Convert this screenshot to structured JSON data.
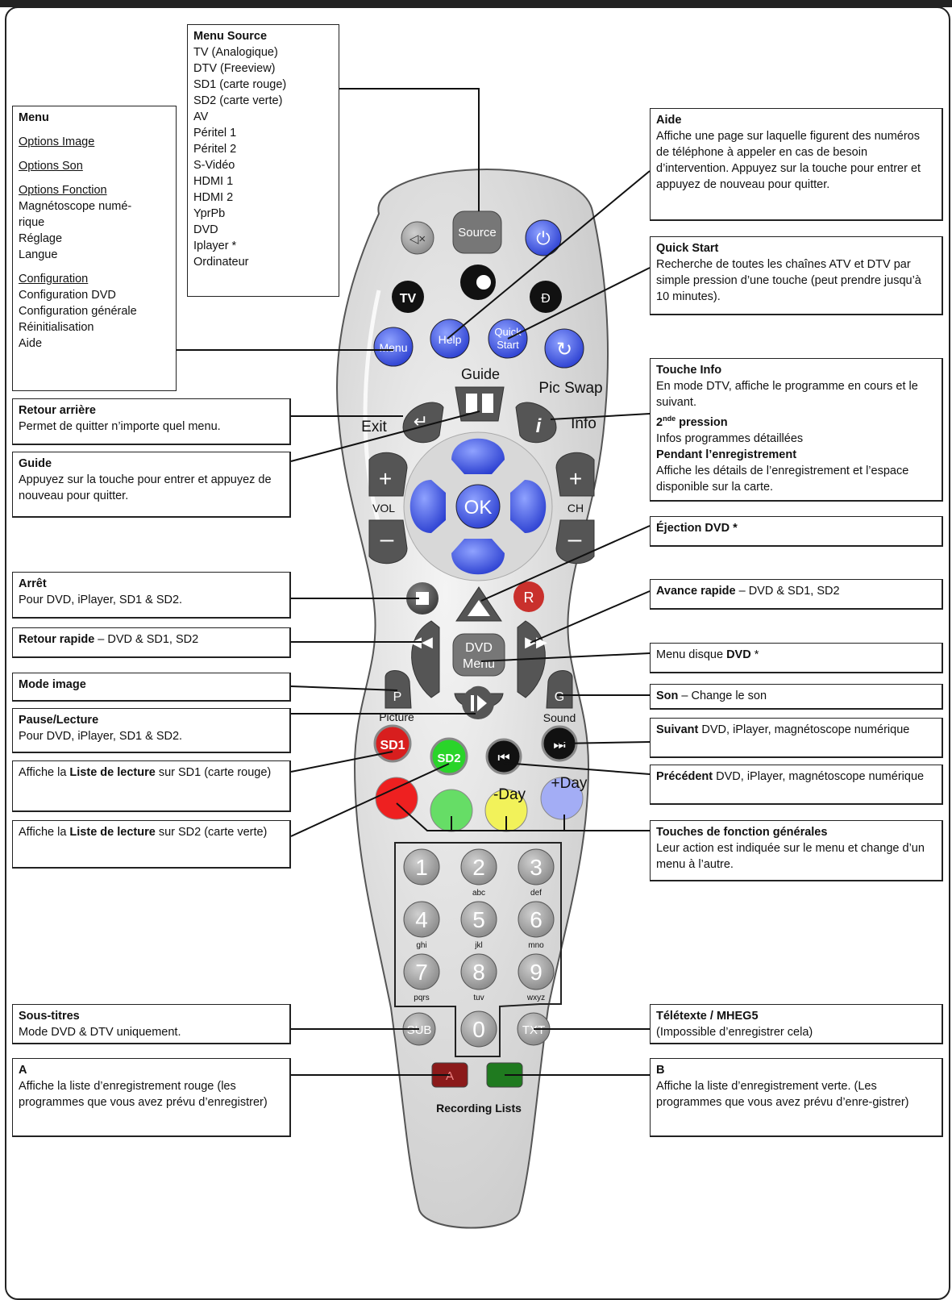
{
  "menu_source": {
    "title": "Menu Source",
    "items": [
      "TV (Analogique)",
      "DTV (Freeview)",
      "SD1 (carte rouge)",
      "SD2 (carte verte)",
      "AV",
      "Péritel 1",
      "Péritel 2",
      "S-Vidéo",
      "HDMI 1",
      "HDMI 2",
      "YprPb",
      "DVD",
      "Iplayer *",
      "Ordinateur"
    ]
  },
  "menu": {
    "title": "Menu",
    "image": "Options Image",
    "son": "Options Son",
    "fonction": "Options Fonction",
    "fonction_items": [
      "Magnétoscope numé-",
      "rique",
      "Réglage",
      "Langue"
    ],
    "config": "Configuration",
    "config_items": [
      "Configuration DVD",
      "Configuration générale",
      "Réinitialisation",
      "Aide"
    ]
  },
  "aide": {
    "title": "Aide",
    "text": "Affiche une page sur laquelle figurent des numéros de téléphone à appeler en cas de besoin d’intervention. Appuyez sur la touche pour entrer et appuyez de nouveau pour quitter."
  },
  "quick_start": {
    "title": "Quick Start",
    "text": "Recherche de toutes les chaînes ATV et DTV par simple pression d’une touche (peut prendre jusqu’à 10 minutes)."
  },
  "touche_info": {
    "title": "Touche Info",
    "text1": "En mode DTV, affiche le programme en cours et le suivant.",
    "sub2_num": "2",
    "sub2_sup": "nde",
    "sub2_rest": " pression",
    "text2": "Infos programmes détaillées",
    "sub3": "Pendant l’enregistrement",
    "text3": "Affiche les détails de l’enregistrement et l’espace disponible sur la carte."
  },
  "retour_arriere": {
    "title": "Retour arrière",
    "text": "Permet de quitter n’importe quel menu."
  },
  "guide": {
    "title": "Guide",
    "text": "Appuyez sur la touche pour entrer et appuyez de nouveau pour quitter."
  },
  "ejection": {
    "title": "Éjection DVD *"
  },
  "arret": {
    "title": "Arrêt",
    "text": "Pour DVD, iPlayer, SD1 & SD2."
  },
  "avance": {
    "bold": "Avance rapide",
    "rest": " – DVD & SD1, SD2"
  },
  "retour_rapide": {
    "bold": "Retour rapide",
    "rest": " – DVD & SD1, SD2"
  },
  "menu_disque": {
    "pre": "Menu disque ",
    "bold": "DVD",
    "post": " *"
  },
  "mode_image": {
    "title": "Mode image"
  },
  "son": {
    "bold": "Son",
    "rest": " – Change le son"
  },
  "pause": {
    "title": "Pause/Lecture",
    "text": "Pour DVD, iPlayer, SD1 & SD2."
  },
  "suivant": {
    "bold": "Suivant",
    "rest": " DVD, iPlayer, magnétoscope numérique"
  },
  "sd1_list": {
    "pre": "Affiche la ",
    "bold": "Liste de lecture",
    "post": " sur SD1 (carte rouge)"
  },
  "precedent": {
    "bold": "Précédent",
    "rest": " DVD, iPlayer, magnétoscope numérique"
  },
  "sd2_list": {
    "pre": "Affiche la ",
    "bold": "Liste de lecture",
    "post": " sur SD2 (carte verte)"
  },
  "fonction_generales": {
    "title": "Touches de fonction générales",
    "text": "Leur action est indiquée sur le menu et change d’un menu à l’autre."
  },
  "sous_titres": {
    "title": "Sous-titres",
    "text": "Mode DVD & DTV uniquement."
  },
  "teletexte": {
    "title": "Télétexte / MHEG5",
    "text": "(Impossible d’enregistrer cela)"
  },
  "a": {
    "title": "A",
    "text": "Affiche la liste d’enregistrement rouge (les programmes que vous avez prévu d’enregistrer)"
  },
  "b": {
    "title": "B",
    "text": "Affiche la liste d’enregistrement verte. (Les programmes que vous avez prévu d’enre-gistrer)"
  },
  "remote": {
    "source": "Source",
    "tv": "TV",
    "menu": "Menu",
    "help": "Help",
    "quick1": "Quick",
    "quick2": "Start",
    "guide": "Guide",
    "pic_swap": "Pic Swap",
    "exit": "Exit",
    "info": "Info",
    "vol": "VOL",
    "ch": "CH",
    "ok": "OK",
    "r": "R",
    "dvd1": "DVD",
    "dvd2": "Menu",
    "p": "P",
    "picture": "Picture",
    "g": "G",
    "sound": "Sound",
    "sd1": "SD1",
    "sd2": "SD2",
    "minus_day": "-Day",
    "plus_day": "+Day",
    "sub": "SUB",
    "txt": "TXT",
    "a": "A",
    "recording_lists": "Recording Lists",
    "keys": [
      "1",
      "2",
      "3",
      "4",
      "5",
      "6",
      "7",
      "8",
      "9",
      "0"
    ],
    "key_letters": [
      "",
      "abc",
      "def",
      "ghi",
      "jkl",
      "mno",
      "pqrs",
      "tuv",
      "wxyz"
    ]
  }
}
